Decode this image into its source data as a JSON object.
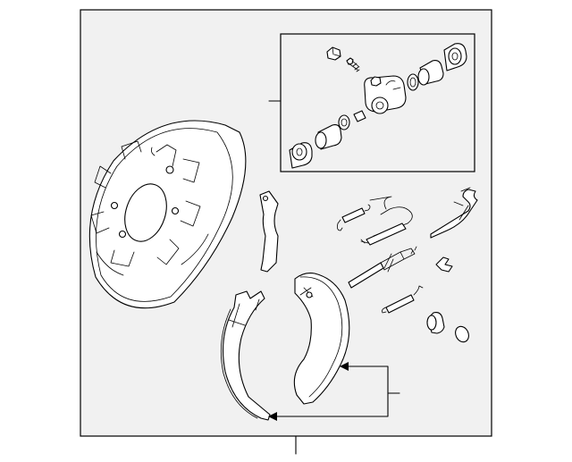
{
  "colors": {
    "background": "#ffffff",
    "frame_fill": "#f1f1f1",
    "line": "#000000"
  },
  "diagram": {
    "parts": [
      {
        "id": "backing-plate"
      },
      {
        "id": "wheel-cylinder-assembly"
      },
      {
        "id": "adjuster-lever"
      },
      {
        "id": "brake-shoe-front"
      },
      {
        "id": "brake-shoe-rear"
      },
      {
        "id": "hold-down-springs"
      },
      {
        "id": "return-spring"
      },
      {
        "id": "adjuster-strut"
      },
      {
        "id": "parking-brake-lever"
      },
      {
        "id": "retainer-clip"
      },
      {
        "id": "hold-down-cup"
      },
      {
        "id": "o-ring"
      }
    ],
    "callouts": [
      {
        "id": "callout-wheel-cylinder"
      },
      {
        "id": "callout-brake-shoes"
      },
      {
        "id": "callout-bottom"
      }
    ]
  }
}
